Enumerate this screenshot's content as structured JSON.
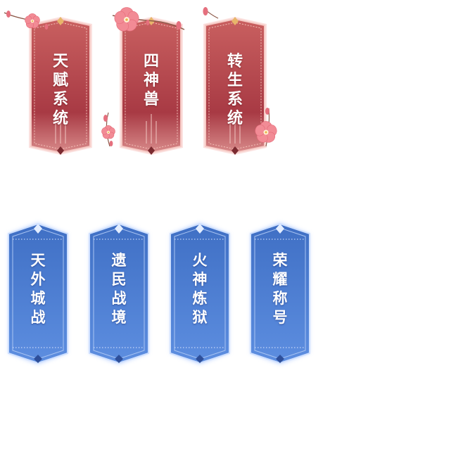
{
  "colors": {
    "red_top": "#c96060",
    "red_bottom": "#a83a44",
    "red_border": "#f6c9c4",
    "blue_top": "#3f6fc4",
    "blue_bottom": "#5d8ee0",
    "blue_border": "#cfe0ff",
    "blossom": "#f28b95"
  },
  "red_banners": [
    {
      "name": "talent",
      "chars": [
        "天",
        "赋",
        "系",
        "统"
      ]
    },
    {
      "name": "four-beasts",
      "chars": [
        "四",
        "神",
        "兽"
      ]
    },
    {
      "name": "rebirth",
      "chars": [
        "转",
        "生",
        "系",
        "统"
      ]
    }
  ],
  "blue_banners": [
    {
      "name": "outer-city-battle",
      "chars": [
        "天",
        "外",
        "城",
        "战"
      ]
    },
    {
      "name": "remnant-battlefield",
      "chars": [
        "遗",
        "民",
        "战",
        "境"
      ]
    },
    {
      "name": "fire-god-purgatory",
      "chars": [
        "火",
        "神",
        "炼",
        "狱"
      ]
    },
    {
      "name": "glory-title",
      "chars": [
        "荣",
        "耀",
        "称",
        "号"
      ]
    }
  ],
  "icons": [
    "plum-blossom-icon",
    "diamond-ornament-icon"
  ]
}
